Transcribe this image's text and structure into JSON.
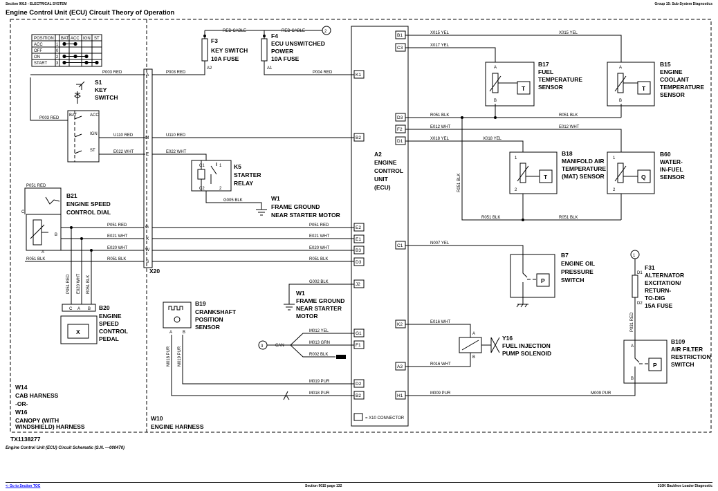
{
  "header": {
    "left": "Section 9015 - ELECTRICAL SYSTEM",
    "right": "Group 15: Sub-System Diagnostics"
  },
  "title": "Engine Control Unit (ECU) Circuit Theory of Operation",
  "figure_id": "TX1138277",
  "caption": "Engine Control Unit (ECU) Circuit Schematic (S.N. —000470)",
  "footer": {
    "toc_link": "<- Go to Section TOC",
    "center": "Section 9015 page 132",
    "right": "310K Backhoe Loader Diagnostic"
  },
  "switch_table": {
    "headers": [
      "POSITION",
      "BAT",
      "ACC",
      "IGN",
      "ST"
    ],
    "rows": [
      "ACC",
      "OFF",
      "ON",
      "START"
    ],
    "row_numbers": [
      "1",
      "0",
      "2",
      "3"
    ]
  },
  "components": {
    "s1": [
      "S1",
      "KEY",
      "SWITCH"
    ],
    "f3": [
      "F3",
      "KEY SWITCH",
      "10A FUSE"
    ],
    "f4": [
      "F4",
      "ECU UNSWITCHED",
      "POWER",
      "10A FUSE"
    ],
    "k5": [
      "K5",
      "STARTER",
      "RELAY"
    ],
    "w1a": [
      "W1",
      "FRAME GROUND",
      "NEAR STARTER MOTOR"
    ],
    "w1b": [
      "W1",
      "FRAME GROUND",
      "NEAR STARTER",
      "MOTOR"
    ],
    "b21": [
      "B21",
      "ENGINE SPEED",
      "CONTROL DIAL"
    ],
    "b20": [
      "B20",
      "ENGINE",
      "SPEED",
      "CONTROL",
      "PEDAL"
    ],
    "b19": [
      "B19",
      "CRANKSHAFT",
      "POSITION",
      "SENSOR"
    ],
    "a2": [
      "A2",
      "ENGINE",
      "CONTROL",
      "UNIT",
      "(ECU)"
    ],
    "b17": [
      "B17",
      "FUEL",
      "TEMPERATURE",
      "SENSOR"
    ],
    "b15": [
      "B15",
      "ENGINE",
      "COOLANT",
      "TEMPERATURE",
      "SENSOR"
    ],
    "b18": [
      "B18",
      "MANIFOLD AIR",
      "TEMPERATURE",
      "(MAT) SENSOR"
    ],
    "b60": [
      "B60",
      "WATER-",
      "IN-FUEL",
      "SENSOR"
    ],
    "b7": [
      "B7",
      "ENGINE OIL",
      "PRESSURE",
      "SWITCH"
    ],
    "f31": [
      "F31",
      "ALTERNATOR",
      "EXCITATION/",
      "RETURN-",
      "TO-DIG",
      "15A FUSE"
    ],
    "y16": [
      "Y16",
      "FUEL INJECTION",
      "PUMP SOLENOID"
    ],
    "b109": [
      "B109",
      "AIR FILTER",
      "RESTRICTION",
      "SWITCH"
    ],
    "w14": [
      "W14",
      "CAB HARNESS",
      "-OR-",
      "W16",
      "CANOPY (WITH",
      "WINDSHIELD) HARNESS"
    ],
    "w10": [
      "W10",
      "ENGINE HARNESS"
    ]
  },
  "wires": {
    "red_cable": "RED CABLE",
    "p003": "P003 RED",
    "p004": "P004 RED",
    "u110": "U110 RED",
    "e022": "E022 WHT",
    "g005": "G005 BLK",
    "g002": "G002 BLK",
    "p051": "P051 RED",
    "e021": "E021 WHT",
    "e020": "E020 WHT",
    "r051": "R051 BLK",
    "m012": "M012 YEL",
    "m013": "M013 GRN",
    "r002": "R002 BLK",
    "m019": "M019 PUR",
    "m018": "M018 PUR",
    "x015": "X015 YEL",
    "x017": "X017 YEL",
    "e012": "E012 WHT",
    "x018": "X018 YEL",
    "n007": "N007 YEL",
    "e016": "E016 WHT",
    "r016": "R016 WHT",
    "m009": "M009 PUR",
    "p031": "P031 RED",
    "can": "CAN"
  },
  "x20": {
    "label": "X20",
    "pins": [
      "A",
      "M",
      "E",
      "G",
      "X",
      "W",
      "S"
    ]
  },
  "ecu_pins": [
    "B1",
    "C3",
    "K1",
    "D3",
    "F2",
    "D1",
    "B2",
    "E2",
    "E1",
    "B3",
    "D3",
    "J2",
    "G1",
    "F1",
    "C1",
    "K2",
    "A3",
    "D2",
    "B2",
    "H1"
  ],
  "legend_x10": "= X10 CONNECTOR",
  "terminals": {
    "a2": "A2",
    "a1": "A1",
    "c1": "C1",
    "c2": "C2",
    "one": "1",
    "two": "2",
    "a": "A",
    "b": "B",
    "c": "C",
    "t": "T",
    "q": "Q",
    "p": "P",
    "x": "X",
    "d1": "D1",
    "d2": "D2",
    "ref1": "1",
    "ref2": "2",
    "ref3": "3",
    "bat": "BAT",
    "acc": "ACC",
    "ign": "IGN",
    "st": "ST"
  }
}
